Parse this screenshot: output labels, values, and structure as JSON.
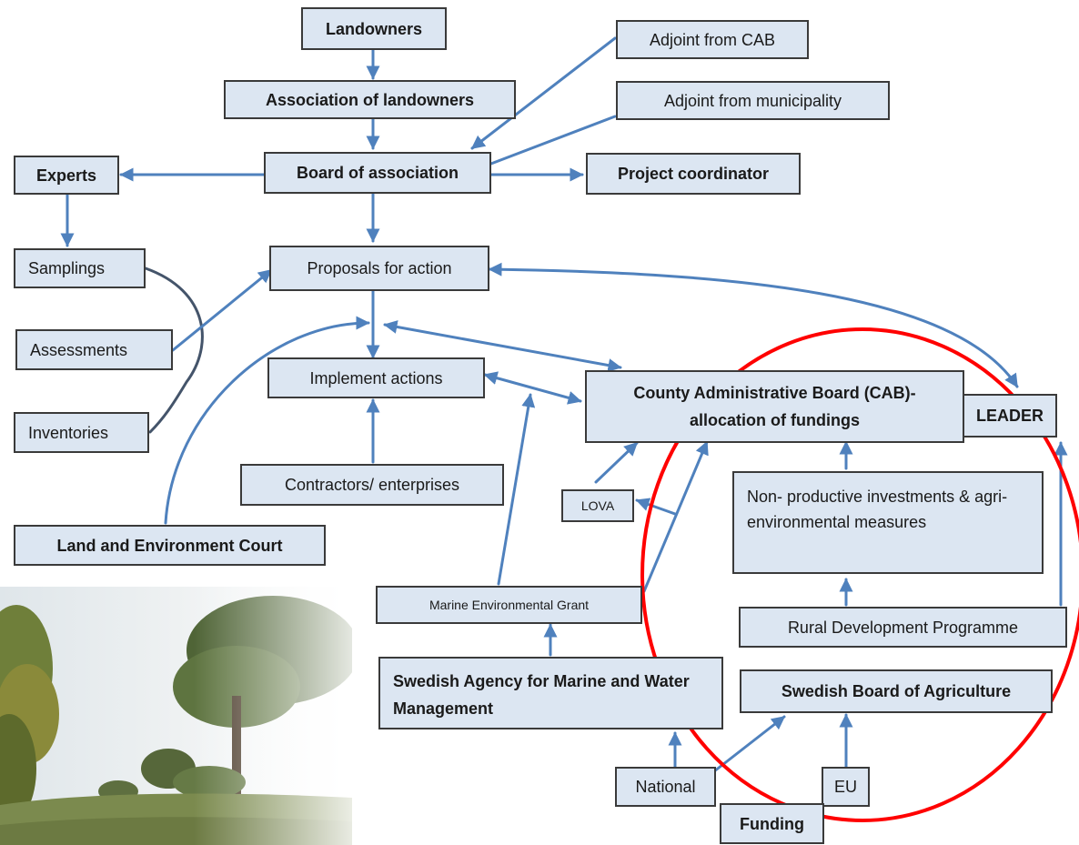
{
  "nodes": {
    "landowners": "Landowners",
    "association": "Association of landowners",
    "adjoint_cab": "Adjoint from CAB",
    "adjoint_municipality": "Adjoint from municipality",
    "board": "Board of association",
    "experts": "Experts",
    "project_coordinator": "Project coordinator",
    "samplings": "Samplings",
    "proposals": "Proposals for action",
    "assessments": "Assessments",
    "implement": "Implement actions",
    "cab_line1": "County Administrative Board (CAB)-",
    "cab_line2": "allocation of fundings",
    "leader": "LEADER",
    "inventories": "Inventories",
    "contractors": "Contractors/ enterprises",
    "lova": "LOVA",
    "nonproductive": "Non- productive investments & agri-environmental measures",
    "land_court": "Land and Environment Court",
    "marine_grant": "Marine Environmental Grant",
    "rural_programme": "Rural Development Programme",
    "swedish_agency": "Swedish Agency for Marine and Water Management",
    "swedish_board_agri": "Swedish Board of Agriculture",
    "national": "National",
    "eu": "EU",
    "funding": "Funding"
  },
  "colors": {
    "box_fill": "#dce6f2",
    "box_border": "#3a3a3a",
    "arrow": "#4f81bd",
    "highlight_circle": "#ff0000"
  }
}
